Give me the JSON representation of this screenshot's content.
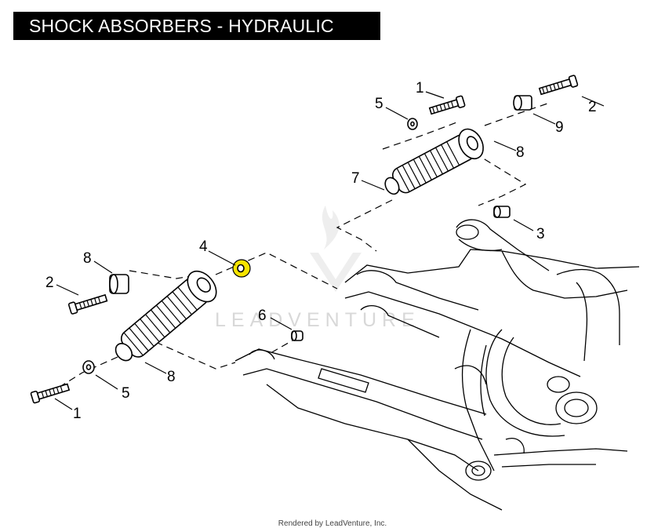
{
  "title": "SHOCK ABSORBERS - HYDRAULIC",
  "watermark": "LEADVENTURE",
  "footer": "Rendered by LeadVenture, Inc.",
  "highlight_color": "#f7e400",
  "callouts": {
    "c1_top": "1",
    "c2_top": "2",
    "c3": "3",
    "c4": "4",
    "c5_top": "5",
    "c6": "6",
    "c7": "7",
    "c8_top": "8",
    "c9": "9",
    "c1_bottom": "1",
    "c2_left": "2",
    "c5_bottom": "5",
    "c8_left": "8",
    "c8_bottom": "8"
  }
}
